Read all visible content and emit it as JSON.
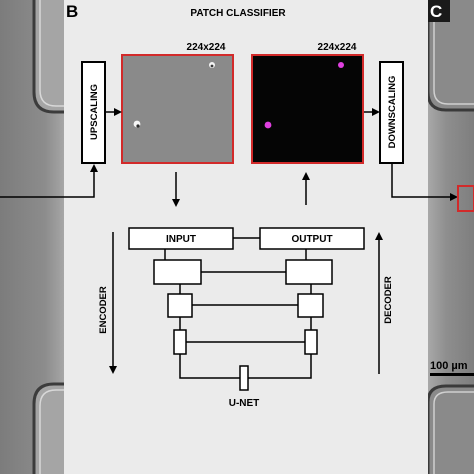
{
  "panels": {
    "b_letter": "B",
    "c_letter": "C",
    "b_title": "PATCH CLASSIFIER"
  },
  "images": {
    "input_size": "224x224",
    "output_size": "224x224"
  },
  "labels": {
    "upscaling": "UPSCALING",
    "downscaling": "DOWNSCALING",
    "encoder": "ENCODER",
    "decoder": "DECODER",
    "unet": "U-NET",
    "input": "INPUT",
    "output": "OUTPUT"
  },
  "scale_bar": {
    "label": "100 µm"
  },
  "colors": {
    "highlight_red": "#d22a2a",
    "panel_bg": "#ebebeb",
    "detection_magenta": "#e040e0",
    "microscopy_gray": "#8a8a8a"
  }
}
